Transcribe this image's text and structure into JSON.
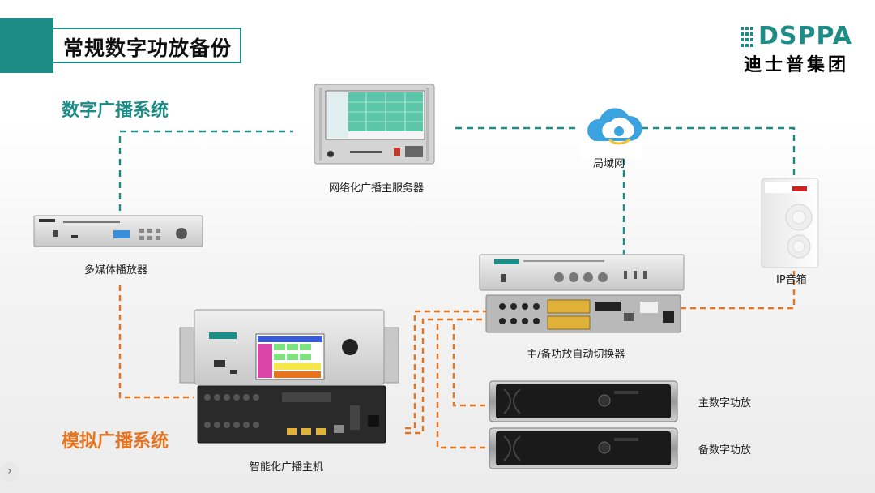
{
  "title": "常规数字功放备份",
  "logo": {
    "brand": "DSPPA",
    "company": "迪士普集团"
  },
  "sections": {
    "digital": "数字广播系统",
    "analog": "模拟广播系统"
  },
  "devices": {
    "server": "网络化广播主服务器",
    "lan": "局域网",
    "media_player": "多媒体播放器",
    "ip_speaker": "IP音箱",
    "switcher": "主/备功放自动切换器",
    "host": "智能化广播主机",
    "main_amp": "主数字功放",
    "backup_amp": "备数字功放"
  },
  "colors": {
    "teal": "#1e8c86",
    "orange": "#e8731f"
  }
}
